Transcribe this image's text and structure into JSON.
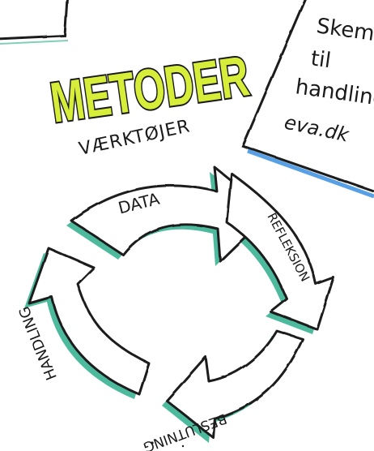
{
  "title": "METODER",
  "subtitle": "VÆRKTØJER",
  "note": {
    "lines": [
      "Skem",
      "til",
      "handling",
      "eva.dk"
    ]
  },
  "cycle": {
    "stages": [
      "DATA",
      "REFLEKSION",
      "BESLUTNING",
      "HANDLING"
    ]
  },
  "colors": {
    "title_fill": "#d6ee3a",
    "title_outline": "#1a1a1a",
    "arrow_shadow": "#2fae8c",
    "note_border": "#3b8fe0",
    "ink": "#1a1a1a"
  }
}
